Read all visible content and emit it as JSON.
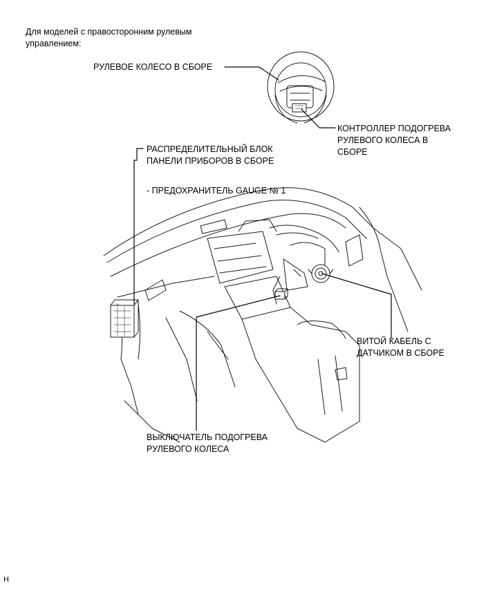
{
  "header_note": "Для моделей с правосторонним рулевым\nуправлением:",
  "labels": {
    "steering_wheel": "РУЛЕВОЕ КОЛЕСО В СБОРЕ",
    "heater_controller": "КОНТРОЛЛЕР ПОДОГРЕВА\nРУЛЕВОГО КОЛЕСА В\nСБОРЕ",
    "junction_block": "РАСПРЕДЕЛИТЕЛЬНЫЙ БЛОК\nПАНЕЛИ ПРИБОРОВ В СБОРЕ",
    "fuse": "- ПРЕДОХРАНИТЕЛЬ GAUGE № 1",
    "spiral_cable": "ВИТОЙ КАБЕЛЬ С\nДАТЧИКОМ В СБОРЕ",
    "heater_switch": "ВЫКЛЮЧАТЕЛЬ ПОДОГРЕВА\nРУЛЕВОГО КОЛЕСА"
  },
  "footer_code": "H"
}
